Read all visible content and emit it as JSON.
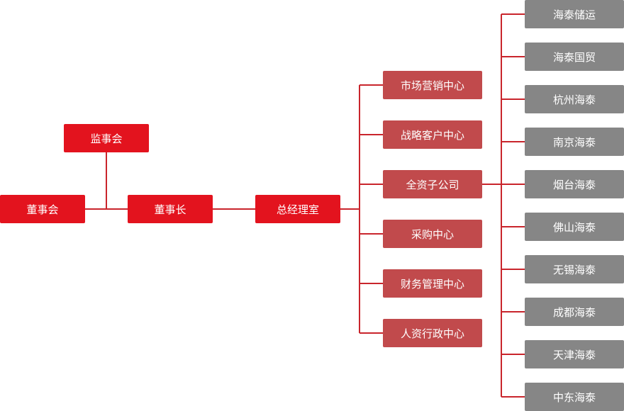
{
  "colors": {
    "top_level": "#e3131e",
    "center_level": "#c14a4c",
    "subsidiary_level": "#868686",
    "connector": "#c9252c"
  },
  "top": {
    "board": "董事会",
    "supervisory_board": "监事会",
    "chairman": "董事长",
    "gm_office": "总经理室"
  },
  "centers": [
    "市场营销中心",
    "战略客户中心",
    "全资子公司",
    "采购中心",
    "财务管理中心",
    "人资行政中心"
  ],
  "subsidiaries": [
    "海泰储运",
    "海泰国贸",
    "杭州海泰",
    "南京海泰",
    "烟台海泰",
    "佛山海泰",
    "无锡海泰",
    "成都海泰",
    "天津海泰",
    "中东海泰"
  ]
}
